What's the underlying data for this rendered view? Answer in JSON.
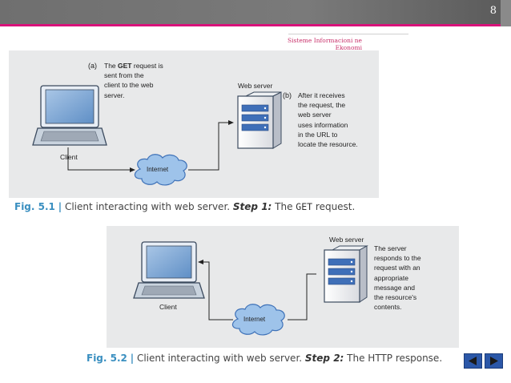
{
  "slide": {
    "page_number": "8",
    "course_line1": "Sisteme Informacioni ne",
    "course_line2": "Ekonomi"
  },
  "figure1": {
    "label_a": "(a)",
    "note_a": [
      "The GET request is",
      "sent from the",
      "client to the web",
      "server."
    ],
    "label_b": "(b)",
    "note_b": [
      "After it receives",
      "the request, the",
      "web server",
      "uses information",
      "in the URL to",
      "locate the resource."
    ],
    "web_server": "Web server",
    "client": "Client",
    "internet": "Internet",
    "caption": {
      "fig": "Fig. 5.1",
      "sep": "|",
      "text": " Client interacting with web server. ",
      "step": "Step 1:",
      "text2": " The ",
      "mono": "GET",
      "text3": " request."
    }
  },
  "figure2": {
    "web_server": "Web server",
    "note": [
      "The server",
      "responds to the",
      "request with an",
      "appropriate",
      "message and",
      "the resource's",
      "contents."
    ],
    "client": "Client",
    "internet": "Internet",
    "caption": {
      "fig": "Fig. 5.2",
      "sep": "|",
      "text": " Client interacting with web server. ",
      "step": "Step 2:",
      "text2": " The HTTP response."
    }
  },
  "nav": {
    "prev_icon": "triangle-left-icon",
    "next_icon": "triangle-right-icon"
  }
}
